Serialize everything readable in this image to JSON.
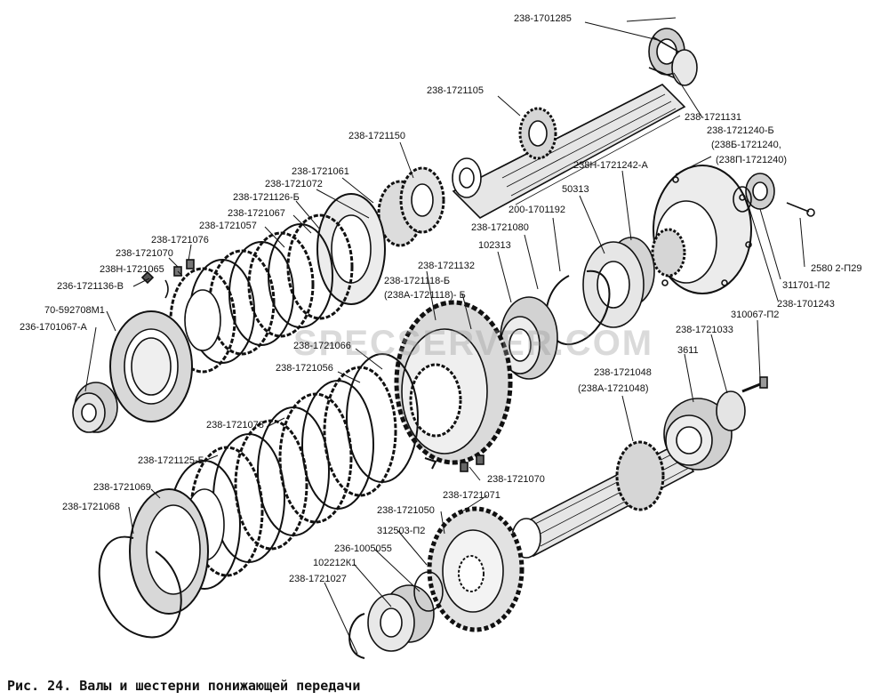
{
  "caption": "Рис. 24. Валы и шестерни понижающей передачи",
  "watermark": "SPECSERVER.COM",
  "colors": {
    "ink": "#111111",
    "background": "#ffffff",
    "watermark": "#969696"
  },
  "labels": {
    "l1701285": "238-1701285",
    "l1721105": "238-1721105",
    "l1721131": "238-1721131",
    "l1721240b": "238-1721240-Б",
    "l238b": "(238Б-1721240,",
    "l238p": "(238П-1721240)",
    "l1721150": "238-1721150",
    "l1721242a": "238Н-1721242-А",
    "l1721061": "238-1721061",
    "l1721072a": "238-1721072",
    "l50313": "50313",
    "l1701192": "200-1701192",
    "l1721126b": "238-1721126-Б",
    "l1721067": "238-1721067",
    "l1721080": "238-1721080",
    "l1721057": "238-1721057",
    "l102313": "102313",
    "l1721076": "238-1721076",
    "l1721070a": "238-1721070",
    "l1721132": "238-1721132",
    "l2580p29": "2580 2-П29",
    "l1721065": "238Н-1721065",
    "l311701": "311701-П2",
    "l1721118b": "238-1721118-Б",
    "l238a1118": "(238А-1721118)- Б",
    "l1721136v": "236-1721136-В",
    "l1701243": "238-1701243",
    "l70592708": "70-592708М1",
    "l310067": "310067-П2",
    "l1701067a": "236-1701067-А",
    "l1721066": "238-1721066",
    "l1721033": "238-1721033",
    "l3611": "3611",
    "l1721056": "238-1721056",
    "l1721048": "238-1721048",
    "l238a1048": "(238А-1721048)",
    "l1721078": "238-1721078",
    "l1721125b": "238-1721125-Б",
    "l1721070b": "238-1721070",
    "l1721069": "238-1721069",
    "l1721071": "238-1721071",
    "l1721068": "238-1721068",
    "l1721050": "238-1721050",
    "l312503": "312503-П2",
    "l1005055": "236-1005055",
    "l102212": "102212К1",
    "l1721027": "238-1721027"
  }
}
